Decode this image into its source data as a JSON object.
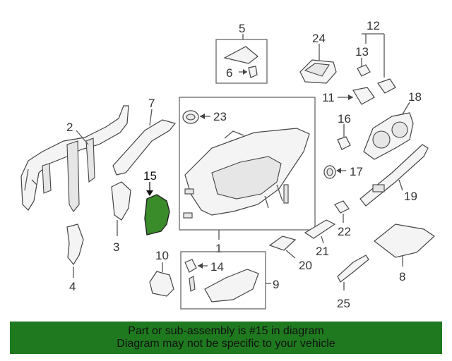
{
  "callouts": {
    "c1": "1",
    "c2": "2",
    "c3": "3",
    "c4": "4",
    "c5": "5",
    "c6": "6",
    "c7": "7",
    "c8": "8",
    "c9": "9",
    "c10": "10",
    "c11": "11",
    "c12": "12",
    "c13": "13",
    "c14": "14",
    "c15": "15",
    "c16": "16",
    "c17": "17",
    "c18": "18",
    "c19": "19",
    "c20": "20",
    "c21": "21",
    "c22": "22",
    "c23": "23",
    "c24": "24",
    "c25": "25"
  },
  "highlight_color": "#3a8b2a",
  "footer": {
    "line1": "Part or sub-assembly is #15 in diagram",
    "line2": "Diagram may not be specific to your vehicle",
    "background": "#1f7a1f"
  }
}
